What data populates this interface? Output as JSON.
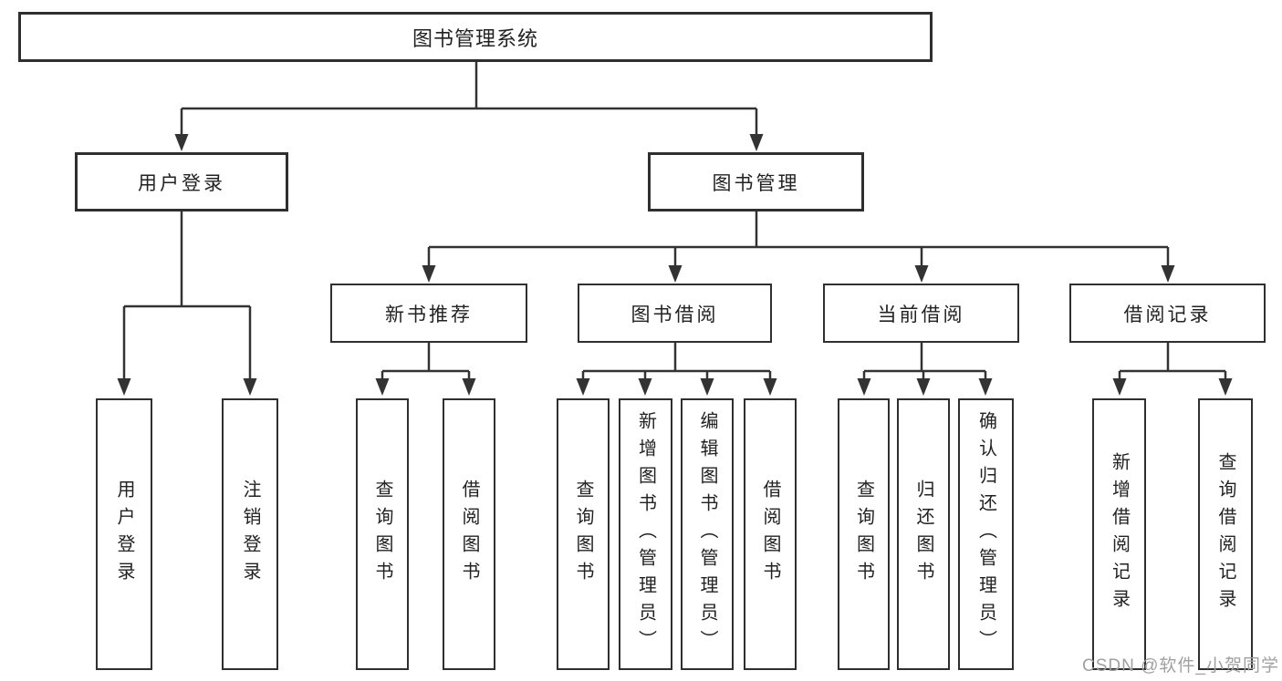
{
  "tree": {
    "label": "图书管理系统",
    "children": [
      {
        "label": "用户登录",
        "children": [
          {
            "label": "用户登录"
          },
          {
            "label": "注销登录"
          }
        ]
      },
      {
        "label": "图书管理",
        "children": [
          {
            "label": "新书推荐",
            "children": [
              {
                "label": "查询图书"
              },
              {
                "label": "借阅图书"
              }
            ]
          },
          {
            "label": "图书借阅",
            "children": [
              {
                "label": "查询图书"
              },
              {
                "label": "新增图书（管理员）"
              },
              {
                "label": "编辑图书（管理员）"
              },
              {
                "label": "借阅图书"
              }
            ]
          },
          {
            "label": "当前借阅",
            "children": [
              {
                "label": "查询图书"
              },
              {
                "label": "归还图书"
              },
              {
                "label": "确认归还（管理员）"
              }
            ]
          },
          {
            "label": "借阅记录",
            "children": [
              {
                "label": "新增借阅记录"
              },
              {
                "label": "查询借阅记录"
              }
            ]
          }
        ]
      }
    ]
  },
  "watermark": {
    "text": "CSDN @软件_小贺同学"
  },
  "colors": {
    "line": "#333333",
    "box_border": "#2f2f2f",
    "box_fill": "#ffffff",
    "text": "#222222",
    "watermark": "#a0a0a0",
    "background": "#ffffff"
  }
}
